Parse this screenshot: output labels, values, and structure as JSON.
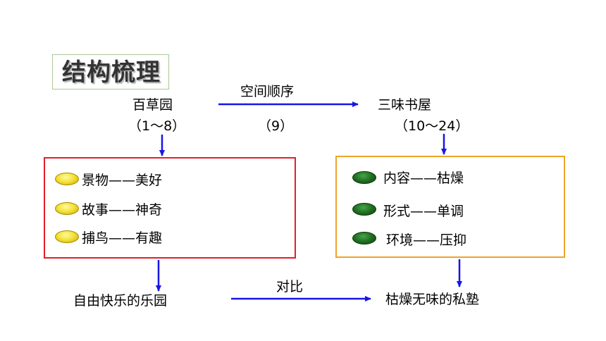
{
  "title": "结构梳理",
  "left_top": {
    "place": "百草园",
    "range": "（1～8）"
  },
  "middle_top": {
    "relation": "空间顺序",
    "range": "（9）"
  },
  "right_top": {
    "place": "三味书屋",
    "range": "（10～24）"
  },
  "left_items": [
    {
      "label": "景物——美好"
    },
    {
      "label": "故事——神奇"
    },
    {
      "label": "捕鸟——有趣"
    }
  ],
  "right_items": [
    {
      "label": "内容——枯燥"
    },
    {
      "label": "形式——单调"
    },
    {
      "label": "环境——压抑"
    }
  ],
  "left_bottom": "自由快乐的乐园",
  "middle_bottom": "对比",
  "right_bottom": "枯燥无味的私塾",
  "colors": {
    "arrow": "#1616e6",
    "left_border": "#e0202a",
    "right_border": "#f0a32a",
    "left_bullet": "#f5e23a",
    "right_bullet": "#1f6f1f"
  }
}
